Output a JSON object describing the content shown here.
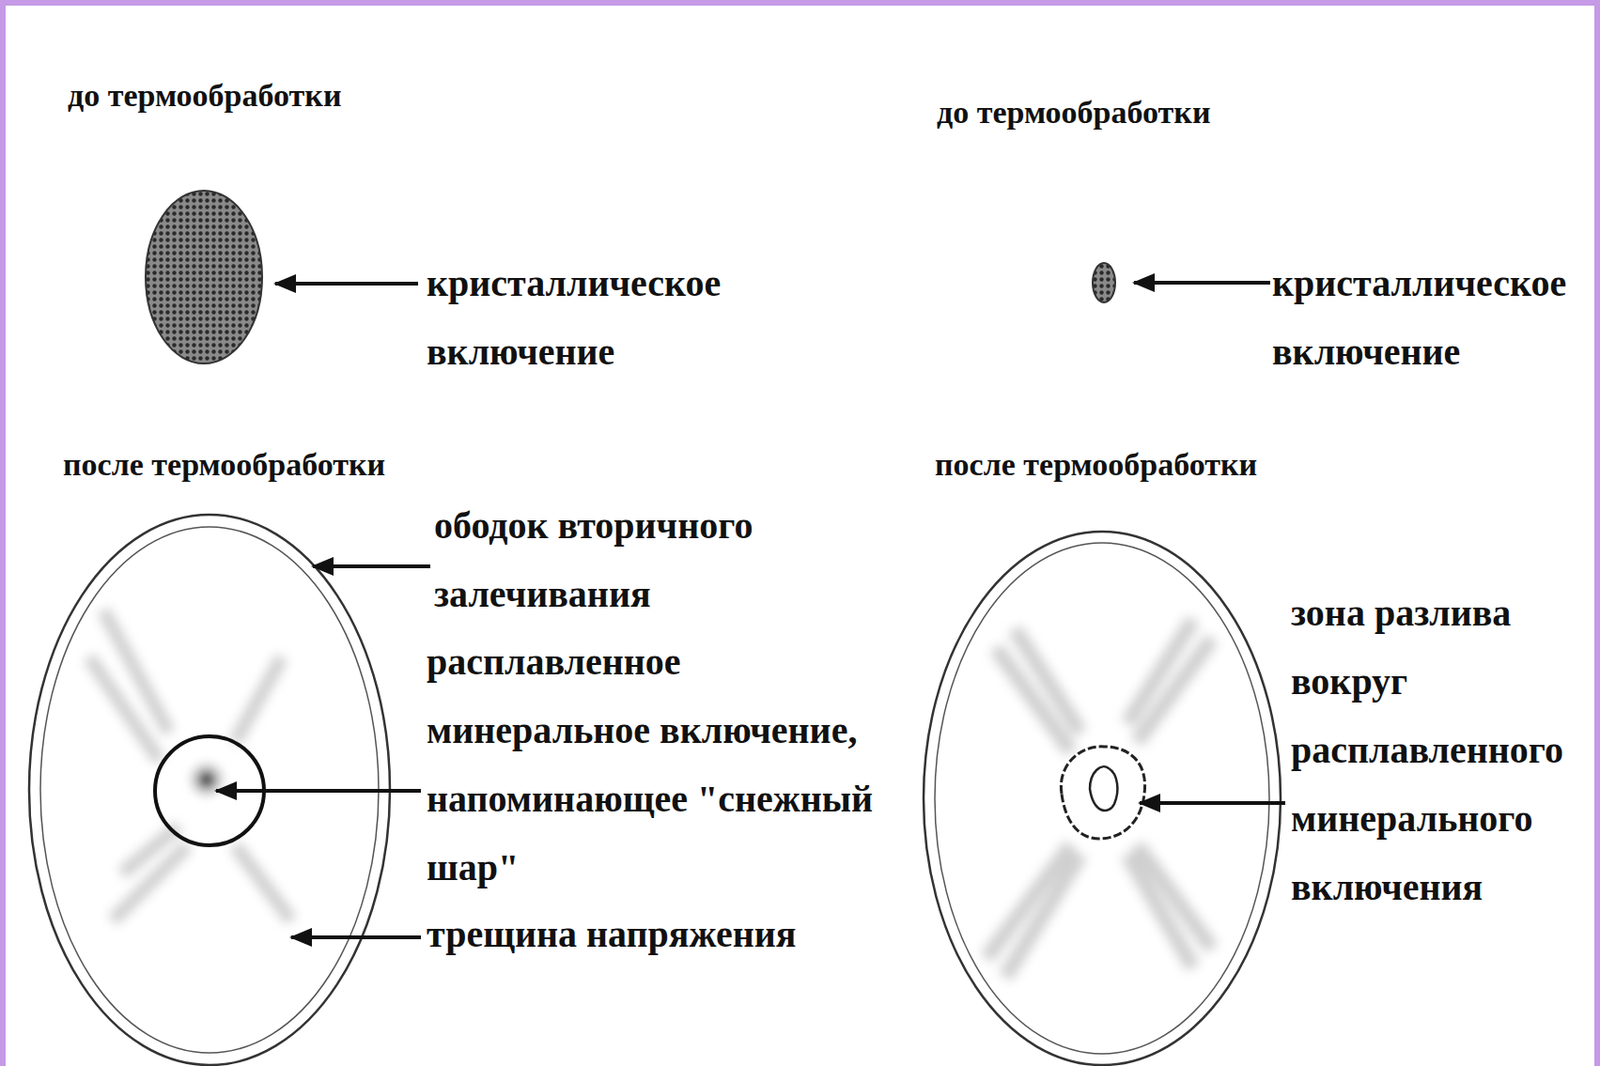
{
  "diagram": {
    "labels": [
      "до термообработки",
      "кристаллическое включение",
      "до термообработки",
      "кристаллическое включение",
      "после термообработки",
      "ободок вторичного залечивания",
      "расплавленное минеральное включение, напоминающее \"снежный шар\"",
      "трещина напряжения",
      "после термообработки",
      "зона разлива вокруг расплавленного минерального включения"
    ]
  }
}
